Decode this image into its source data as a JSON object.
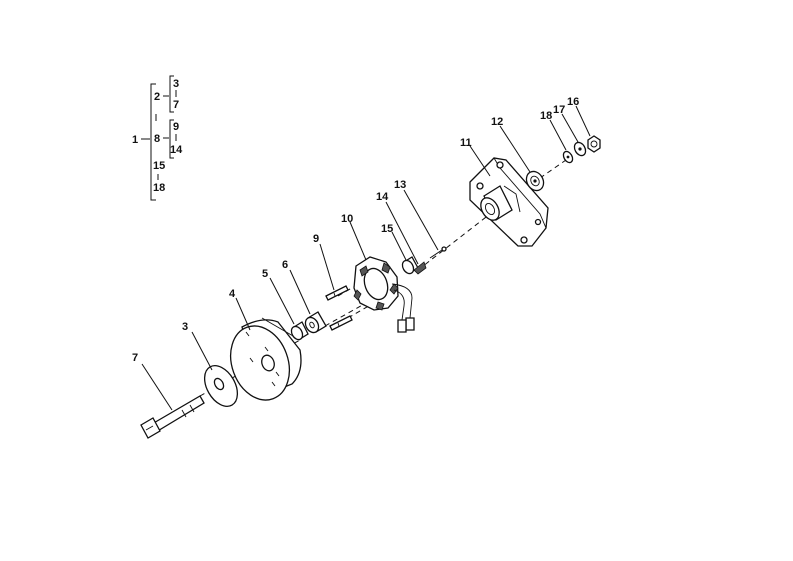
{
  "tree": {
    "root": "1",
    "level1": [
      "2",
      "8",
      "15",
      "18"
    ],
    "group_2": [
      "3",
      "7"
    ],
    "group_8": [
      "9",
      "14"
    ]
  },
  "callouts": [
    "7",
    "3",
    "4",
    "5",
    "6",
    "9",
    "10",
    "15",
    "14",
    "13",
    "11",
    "12",
    "18",
    "17",
    "16"
  ]
}
